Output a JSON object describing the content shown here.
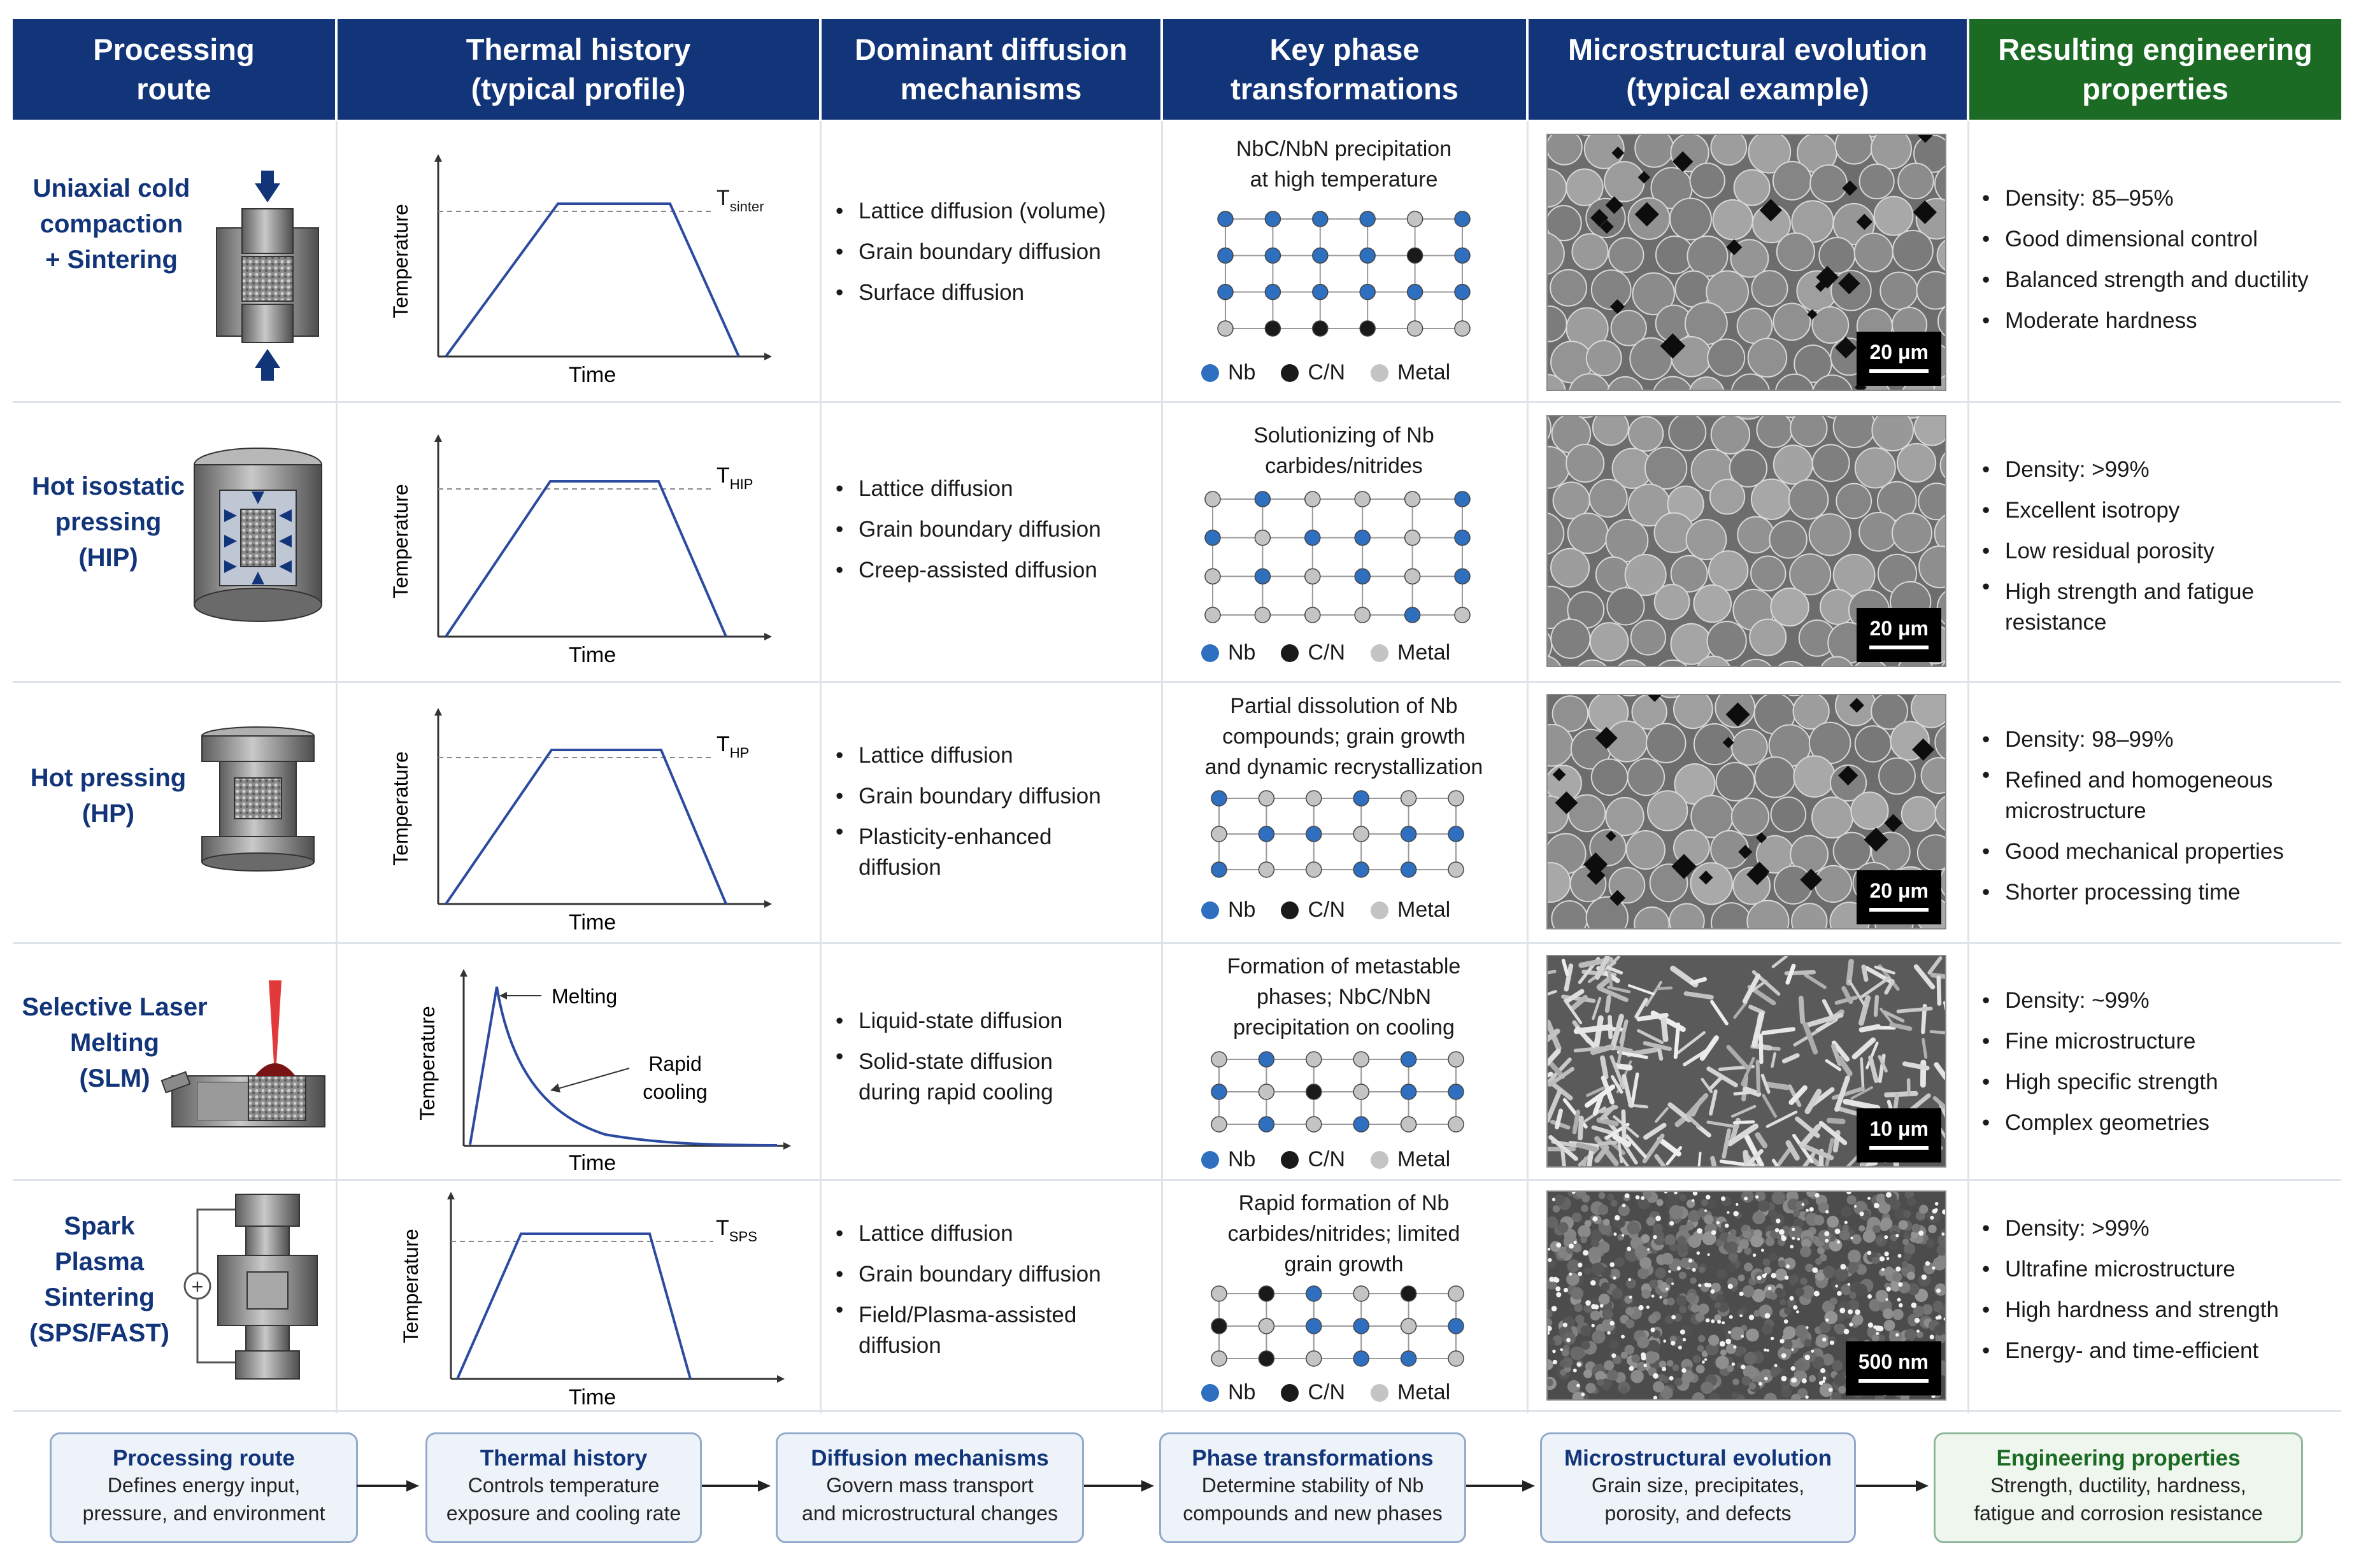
{
  "headers": [
    {
      "l1": "Processing",
      "l2": "route"
    },
    {
      "l1": "Thermal history",
      "l2": "(typical profile)"
    },
    {
      "l1": "Dominant diffusion",
      "l2": "mechanisms"
    },
    {
      "l1": "Key phase",
      "l2": "transformations"
    },
    {
      "l1": "Microstructural evolution",
      "l2": "(typical example)"
    },
    {
      "l1": "Resulting engineering",
      "l2": "properties"
    }
  ],
  "axis": {
    "temperature": "Temperature",
    "time": "Time"
  },
  "legend": {
    "nb": "Nb",
    "cn": "C/N",
    "metal": "Metal"
  },
  "colors": {
    "header_blue": "#12357a",
    "header_green": "#1c6b24",
    "nb": "#2f6fc0",
    "cn": "#1a1a1a",
    "metal": "#c4c4c4",
    "curve": "#2c4aa0"
  },
  "rows": [
    {
      "route": [
        "Uniaxial cold",
        "compaction",
        "+ Sintering"
      ],
      "t_label": "T",
      "t_sub": "sinter",
      "mechanisms": [
        "Lattice diffusion (volume)",
        "Grain boundary diffusion",
        "Surface diffusion"
      ],
      "phase": [
        "NbC/NbN precipitation",
        "at high temperature"
      ],
      "scale": "20 μm",
      "props": [
        [
          "Density: 85–95%"
        ],
        [
          "Good dimensional control"
        ],
        [
          "Balanced strength and ductility"
        ],
        [
          "Moderate hardness"
        ]
      ]
    },
    {
      "route": [
        "Hot isostatic",
        "pressing",
        "(HIP)"
      ],
      "t_label": "T",
      "t_sub": "HIP",
      "mechanisms": [
        "Lattice diffusion",
        "Grain boundary diffusion",
        "Creep-assisted diffusion"
      ],
      "phase": [
        "Solutionizing of Nb",
        "carbides/nitrides"
      ],
      "scale": "20 μm",
      "props": [
        [
          "Density: >99%"
        ],
        [
          "Excellent isotropy"
        ],
        [
          "Low residual porosity"
        ],
        [
          "High strength and fatigue",
          "resistance"
        ]
      ]
    },
    {
      "route": [
        "Hot pressing",
        "(HP)"
      ],
      "t_label": "T",
      "t_sub": "HP",
      "mechanisms": [
        "Lattice diffusion",
        "Grain boundary diffusion",
        "Plasticity-enhanced",
        "diffusion"
      ],
      "phase": [
        "Partial dissolution of Nb",
        "compounds; grain growth",
        "and dynamic recrystallization"
      ],
      "scale": "20 μm",
      "props": [
        [
          "Density: 98–99%"
        ],
        [
          "Refined and homogeneous",
          "microstructure"
        ],
        [
          "Good mechanical properties"
        ],
        [
          "Shorter processing time"
        ]
      ]
    },
    {
      "route": [
        "Selective Laser",
        "Melting",
        "(SLM)"
      ],
      "melting": "Melting",
      "rapid": "Rapid",
      "cooling": "cooling",
      "mechanisms": [
        "Liquid-state diffusion",
        "Solid-state diffusion",
        "during rapid cooling"
      ],
      "phase": [
        "Formation of metastable",
        "phases; NbC/NbN",
        "precipitation on cooling"
      ],
      "scale": "10 μm",
      "props": [
        [
          "Density: ~99%"
        ],
        [
          "Fine microstructure"
        ],
        [
          "High specific strength"
        ],
        [
          "Complex geometries"
        ]
      ]
    },
    {
      "route": [
        "Spark Plasma",
        "Sintering",
        "(SPS/FAST)"
      ],
      "t_label": "T",
      "t_sub": "SPS",
      "mechanisms": [
        "Lattice diffusion",
        "Grain boundary diffusion",
        "Field/Plasma-assisted",
        "diffusion"
      ],
      "phase": [
        "Rapid formation of Nb",
        "carbides/nitrides; limited",
        "grain growth"
      ],
      "scale": "500 nm",
      "props": [
        [
          "Density: >99%"
        ],
        [
          "Ultrafine microstructure"
        ],
        [
          "High hardness and strength"
        ],
        [
          "Energy- and time-efficient"
        ]
      ]
    }
  ],
  "flow": [
    {
      "title": "Processing route",
      "d1": "Defines energy input,",
      "d2": "pressure, and environment"
    },
    {
      "title": "Thermal history",
      "d1": "Controls temperature",
      "d2": "exposure and cooling rate"
    },
    {
      "title": "Diffusion mechanisms",
      "d1": "Govern mass transport",
      "d2": "and microstructural changes"
    },
    {
      "title": "Phase transformations",
      "d1": "Determine stability of Nb",
      "d2": "compounds and new phases"
    },
    {
      "title": "Microstructural evolution",
      "d1": "Grain size, precipitates,",
      "d2": "porosity, and defects"
    },
    {
      "title": "Engineering properties",
      "d1": "Strength, ductility, hardness,",
      "d2": "fatigue and corrosion resistance"
    }
  ]
}
